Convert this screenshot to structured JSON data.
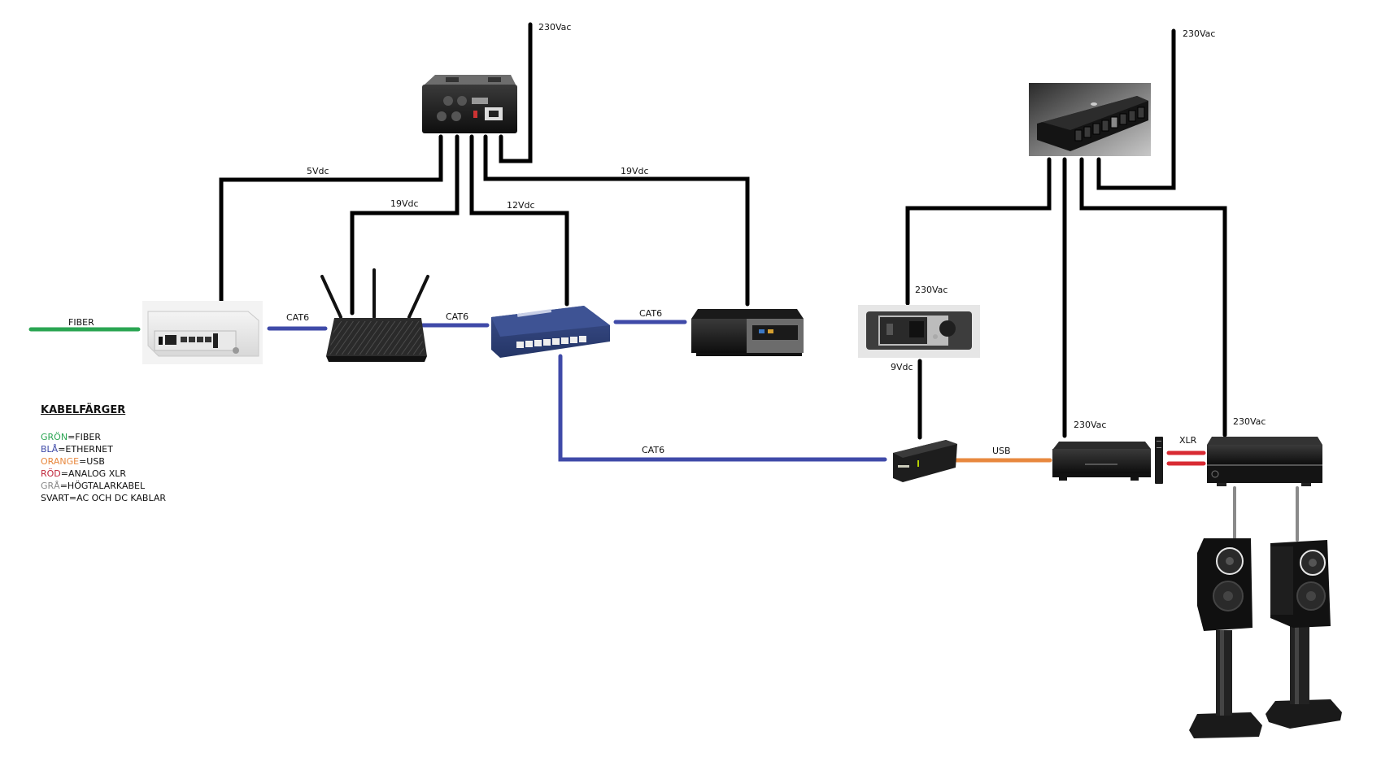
{
  "diagram": {
    "labels": {
      "psu_left_ac": "230Vac",
      "psu_right_ac": "230Vac",
      "wire_5vdc": "5Vdc",
      "wire_19vdc_router": "19Vdc",
      "wire_12vdc": "12Vdc",
      "wire_19vdc_nuc": "19Vdc",
      "fiber": "FIBER",
      "cat6_mc_router": "CAT6",
      "cat6_router_switch": "CAT6",
      "cat6_switch_nuc": "CAT6",
      "cat6_switch_streamer": "CAT6",
      "linear_psu_ac": "230Vac",
      "linear_psu_dc": "9Vdc",
      "usb": "USB",
      "cd_ac": "230Vac",
      "amp_ac": "230Vac",
      "xlr": "XLR"
    },
    "devices": [
      {
        "id": "linear-psu-multi",
        "icon": "linear-power-supply-icon"
      },
      {
        "id": "media-converter",
        "icon": "fiber-media-converter-icon"
      },
      {
        "id": "router",
        "icon": "wifi-router-icon"
      },
      {
        "id": "network-switch",
        "icon": "network-switch-icon"
      },
      {
        "id": "mini-pc",
        "icon": "mini-pc-icon"
      },
      {
        "id": "power-strip",
        "icon": "power-strip-icon"
      },
      {
        "id": "linear-psu-9v",
        "icon": "linear-psu-icon"
      },
      {
        "id": "streamer",
        "icon": "streamer-icon"
      },
      {
        "id": "cd-player",
        "icon": "cd-player-icon"
      },
      {
        "id": "remote",
        "icon": "remote-control-icon"
      },
      {
        "id": "amplifier",
        "icon": "amplifier-icon"
      },
      {
        "id": "speaker-left",
        "icon": "speaker-icon"
      },
      {
        "id": "speaker-right",
        "icon": "speaker-icon"
      }
    ],
    "colors": {
      "fiber": "#2aa552",
      "ethernet": "#3f4aa8",
      "usb": "#e8883e",
      "xlr": "#d82b33",
      "speaker": "#8a8a8a",
      "power": "#000000"
    }
  },
  "legend": {
    "title": "KABELFÄRGER",
    "items": [
      {
        "color_word": "GRÖN",
        "meaning": "=FIBER",
        "color": "#2aa552"
      },
      {
        "color_word": "BLÅ",
        "meaning": "=ETHERNET",
        "color": "#3f4aa8"
      },
      {
        "color_word": "ORANGE",
        "meaning": "=USB",
        "color": "#e8883e"
      },
      {
        "color_word": "RÖD",
        "meaning": "=ANALOG XLR",
        "color": "#c0253a"
      },
      {
        "color_word": "GRÅ",
        "meaning": "=HÖGTALARKABEL",
        "color": "#8a8a8a"
      },
      {
        "color_word": "SVART",
        "meaning": "=AC OCH DC KABLAR",
        "color": "#111111"
      }
    ]
  }
}
